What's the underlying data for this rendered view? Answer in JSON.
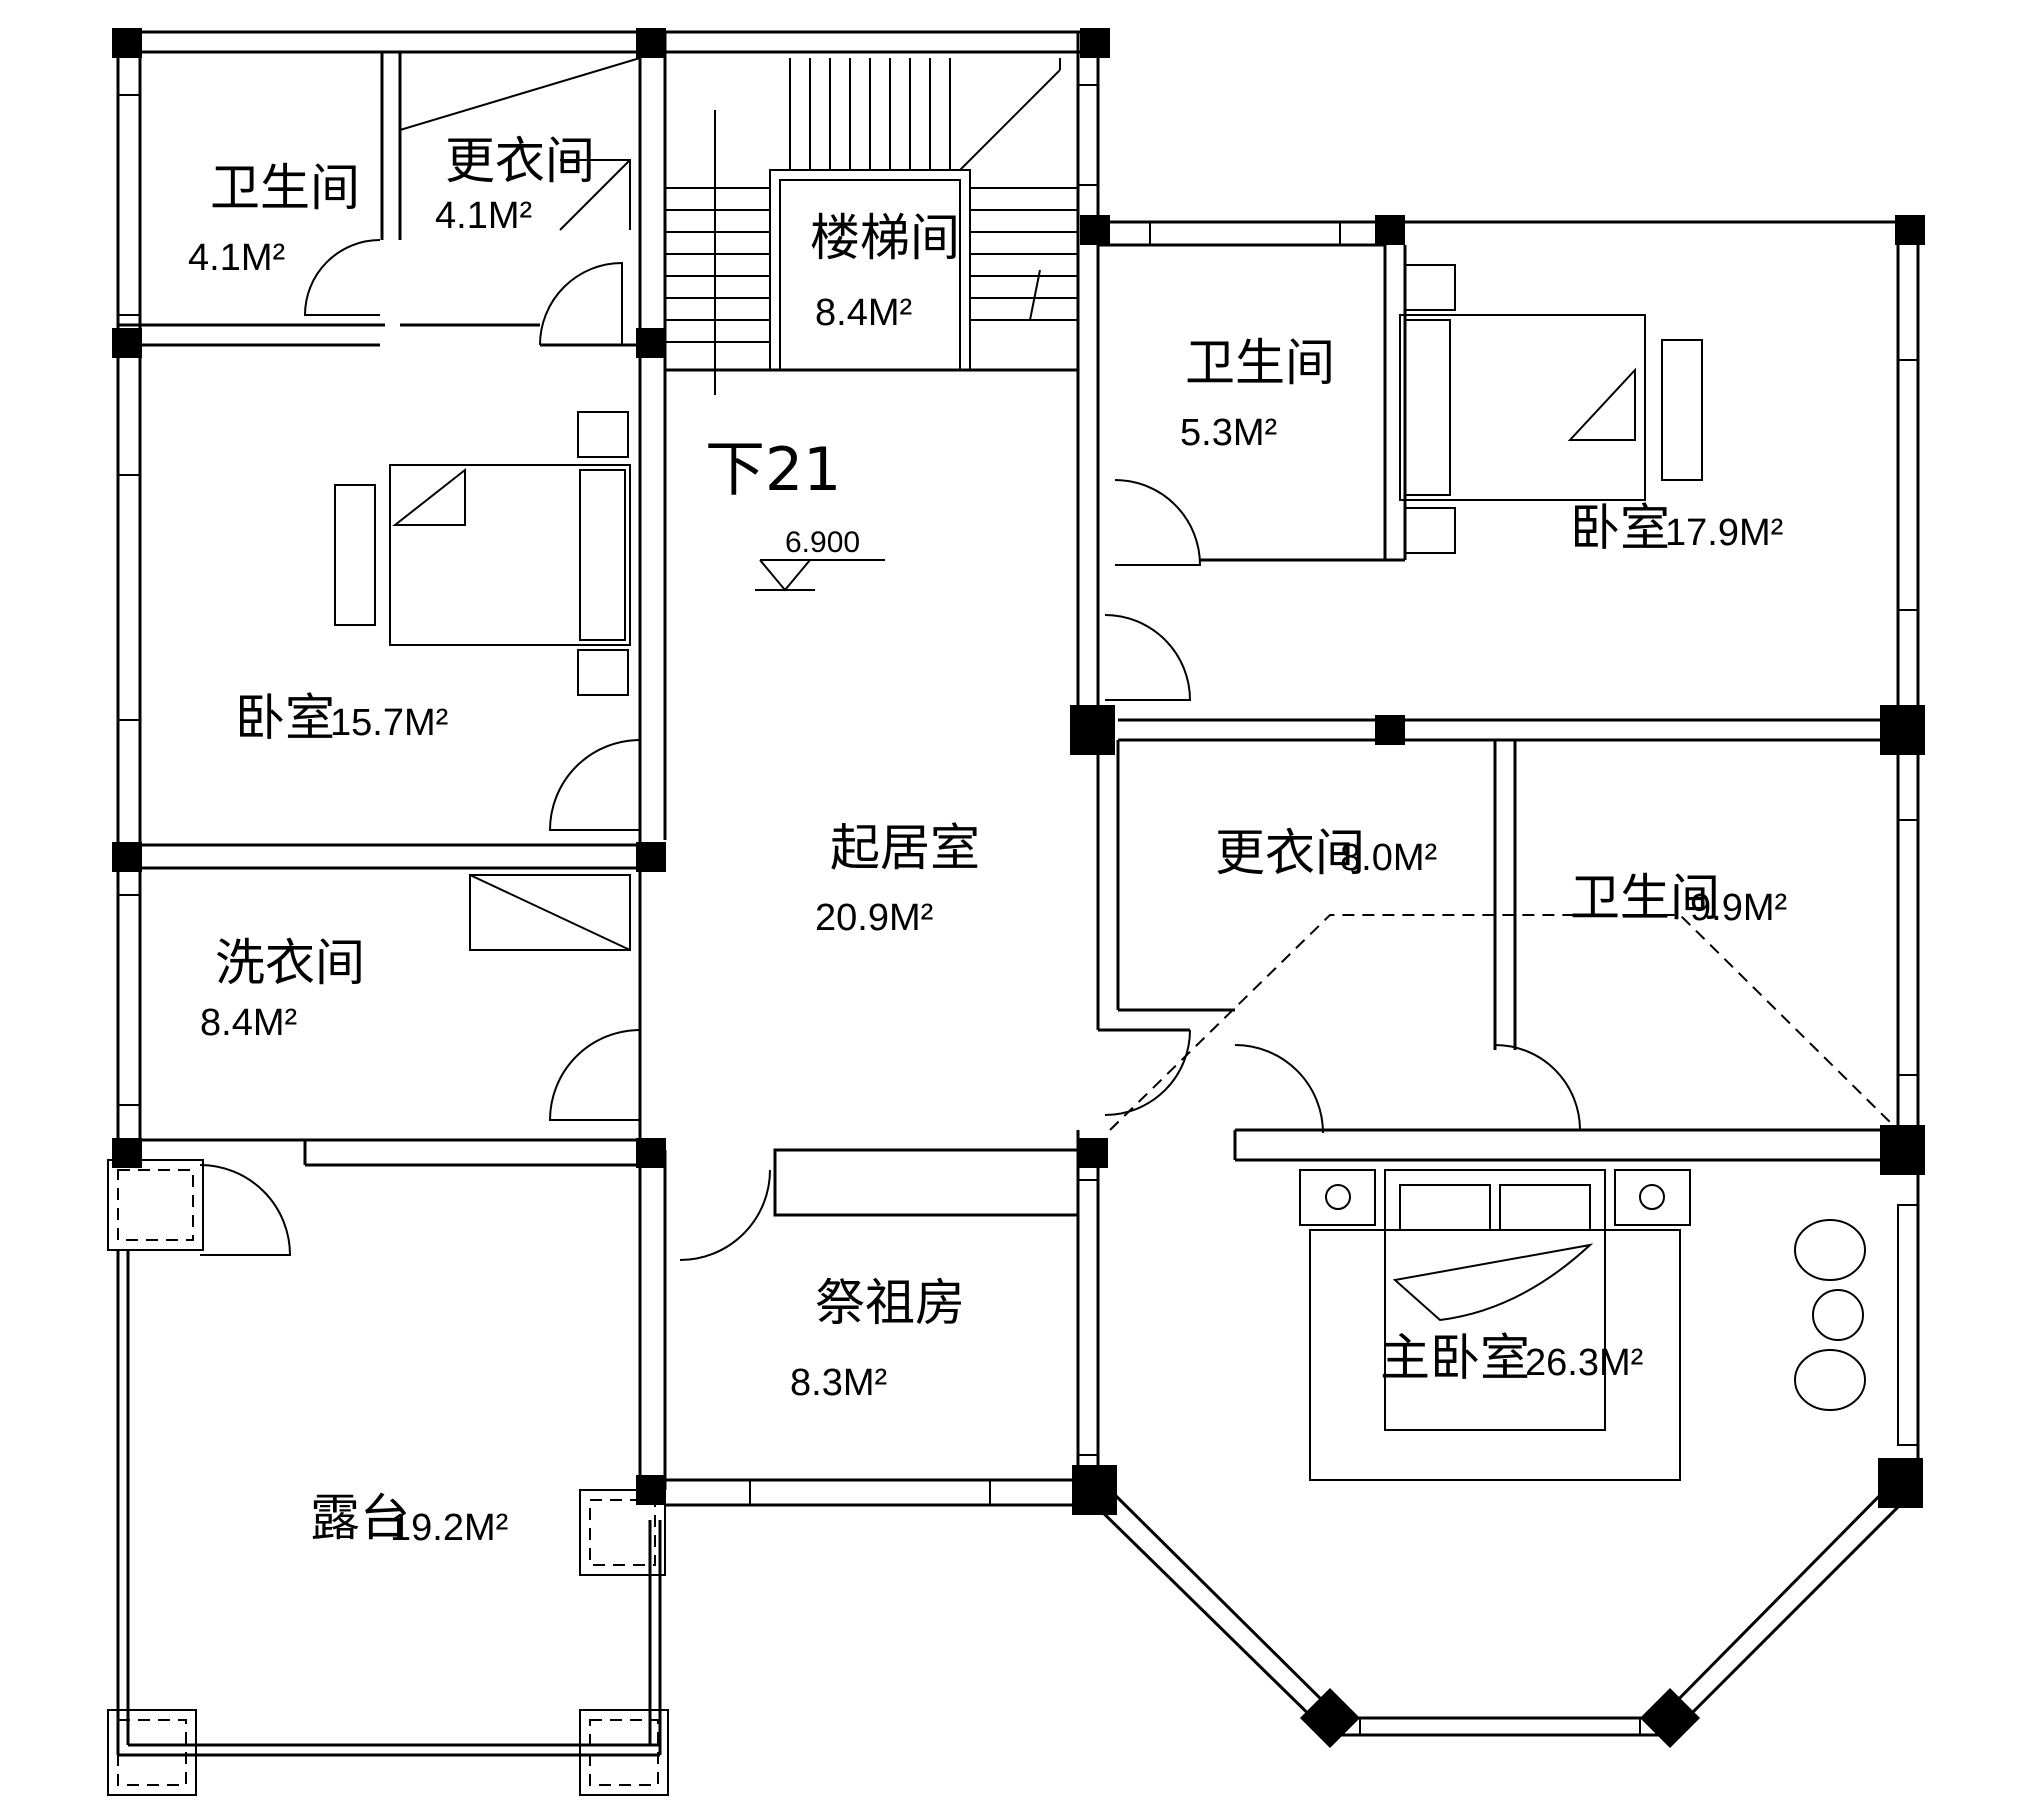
{
  "rooms": [
    {
      "id": "bathroom-nw",
      "name": "卫生间",
      "area": "4.1M²"
    },
    {
      "id": "dressing-n",
      "name": "更衣间",
      "area": "4.1M²"
    },
    {
      "id": "stairwell",
      "name": "楼梯间",
      "area": "8.4M²"
    },
    {
      "id": "bathroom-ne",
      "name": "卫生间",
      "area": "5.3M²"
    },
    {
      "id": "bedroom-ne",
      "name": "卧室",
      "area": "17.9M²"
    },
    {
      "id": "bedroom-w",
      "name": "卧室",
      "area": "15.7M²"
    },
    {
      "id": "living",
      "name": "起居室",
      "area": "20.9M²"
    },
    {
      "id": "dressing-e",
      "name": "更衣间",
      "area": "8.0M²"
    },
    {
      "id": "bathroom-e",
      "name": "卫生间",
      "area": "9.9M²"
    },
    {
      "id": "laundry",
      "name": "洗衣间",
      "area": "8.4M²"
    },
    {
      "id": "ancestral",
      "name": "祭祖房",
      "area": "8.3M²"
    },
    {
      "id": "master",
      "name": "主卧室",
      "area": "26.3M²"
    },
    {
      "id": "terrace",
      "name": "露台",
      "area": "19.2M²"
    }
  ],
  "stair_label": "下21",
  "elevation": "6.900"
}
